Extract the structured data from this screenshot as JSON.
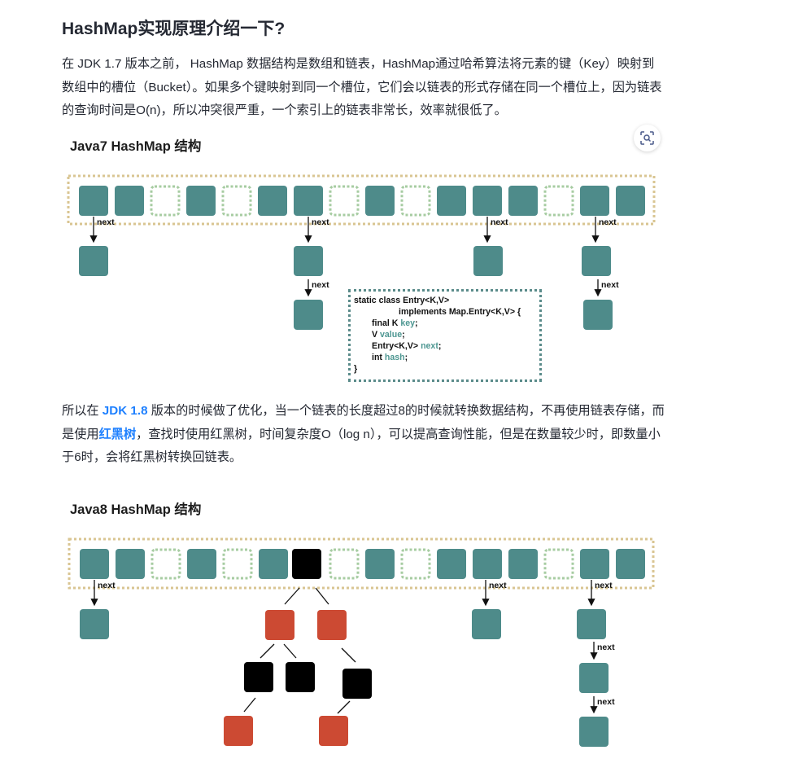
{
  "article": {
    "title": "HashMap实现原理介绍一下?",
    "paragraph1": "在 JDK 1.7 版本之前， HashMap 数据结构是数组和链表，HashMap通过哈希算法将元素的键（Key）映射到数组中的槽位（Bucket）。如果多个键映射到同一个槽位，它们会以链表的形式存储在同一个槽位上，因为链表的查询时间是O(n)，所以冲突很严重，一个索引上的链表非常长，效率就很低了。",
    "paragraph2": {
      "part1": "所以在 ",
      "link1": "JDK 1.8",
      "part2": " 版本的时候做了优化，当一个链表的长度超过8的时候就转换数据结构，不再使用链表存储，而是使用",
      "link2": "红黑树",
      "part3": "，查找时使用红黑树，时间复杂度O（log n），可以提高查询性能，但是在数量较少时，即数量小于6时，会将红黑树转换回链表。"
    }
  },
  "figure1": {
    "title": "Java7 HashMap 结构",
    "next_label": "next",
    "code": {
      "line1": "static class Entry<K,V>",
      "line2": "implements Map.Entry<K,V> {",
      "line3a": "final K ",
      "line3b": "key",
      "line4a": "V ",
      "line4b": "value",
      "line5a": "Entry<K,V> ",
      "line5b": "next",
      "line6a": "int ",
      "line6b": "hash",
      "semicolon": ";",
      "close": "}"
    }
  },
  "figure2": {
    "title": "Java8 HashMap 结构",
    "next_label": "next"
  },
  "colors": {
    "teal": "#4e8b8a",
    "red_node": "#cc4a33",
    "black_node": "#000000",
    "empty_slot_border": "#a7cca2",
    "array_border": "#d9c592",
    "link": "#1e80ff"
  },
  "icons": {
    "zoom": "scan-zoom-icon"
  }
}
